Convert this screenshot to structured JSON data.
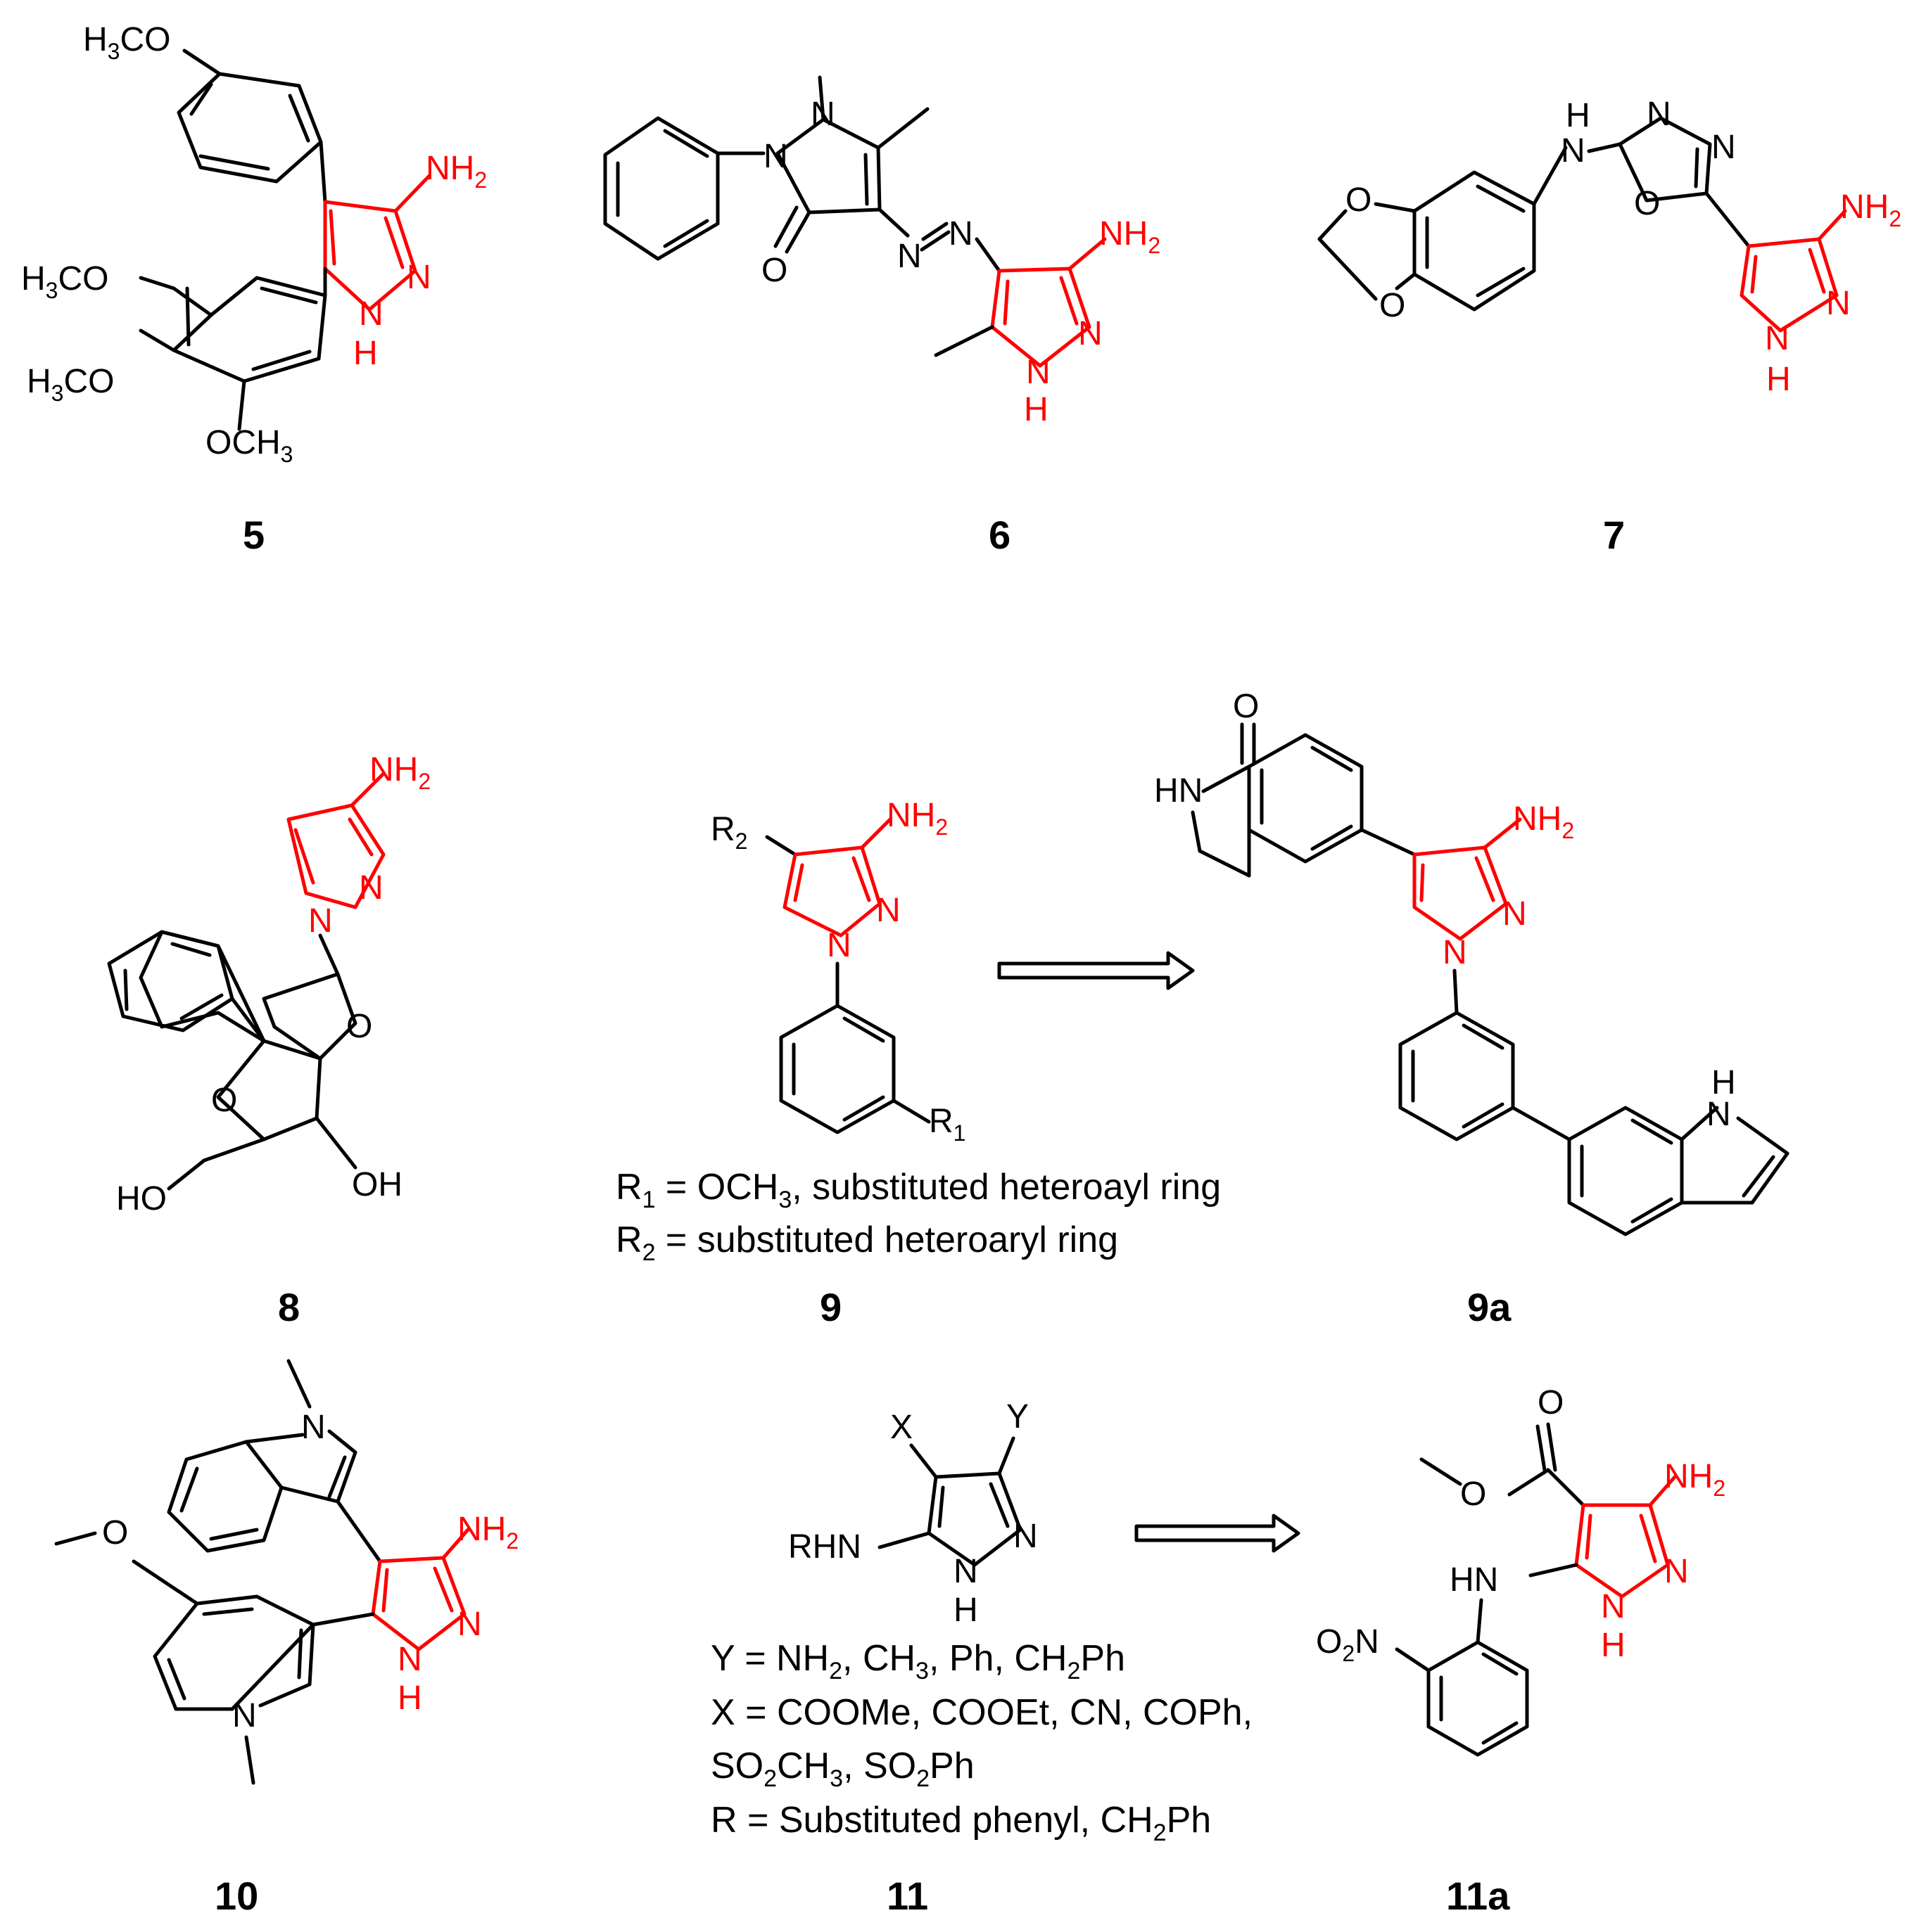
{
  "colors": {
    "scaffold": "#ff0000",
    "ink": "#000000"
  },
  "compounds": [
    {
      "id": "5",
      "label": "5"
    },
    {
      "id": "6",
      "label": "6"
    },
    {
      "id": "7",
      "label": "7"
    },
    {
      "id": "8",
      "label": "8"
    },
    {
      "id": "9",
      "label": "9"
    },
    {
      "id": "9a",
      "label": "9a"
    },
    {
      "id": "10",
      "label": "10"
    },
    {
      "id": "11",
      "label": "11"
    },
    {
      "id": "11a",
      "label": "11a"
    }
  ],
  "atoms": {
    "nh2": "NH",
    "sub2": "2",
    "sub3": "3",
    "sub1": "1",
    "n": "N",
    "h": "H",
    "o": "O",
    "nh": "HN",
    "oh": "OH",
    "ho": "HO",
    "h3co": "H",
    "co": "CO",
    "och3": "OCH",
    "r": "R",
    "x": "X",
    "y": "Y",
    "rhn": "RHN",
    "o2n_o": "O",
    "o2n_n": "N"
  },
  "notes9": {
    "line1_pre": "R",
    "line1_sub": "1",
    "line1_post": " = OCH",
    "line1_sub2": "3",
    "line1_end": ", substituted heteroayl ring",
    "line2_pre": "R",
    "line2_sub": "2",
    "line2_end": " = substituted heteroaryl ring"
  },
  "notes11": {
    "y_line_a": "Y = NH",
    "y_line_b": ", CH",
    "y_line_c": ", Ph, CH",
    "y_line_d": "Ph",
    "x_line1": "X = COOMe, COOEt, CN, COPh,",
    "x_line2_a": "SO",
    "x_line2_b": "CH",
    "x_line2_c": ", SO",
    "x_line2_d": "Ph",
    "r_line_a": "R = Substituted phenyl, CH",
    "r_line_b": "Ph"
  }
}
